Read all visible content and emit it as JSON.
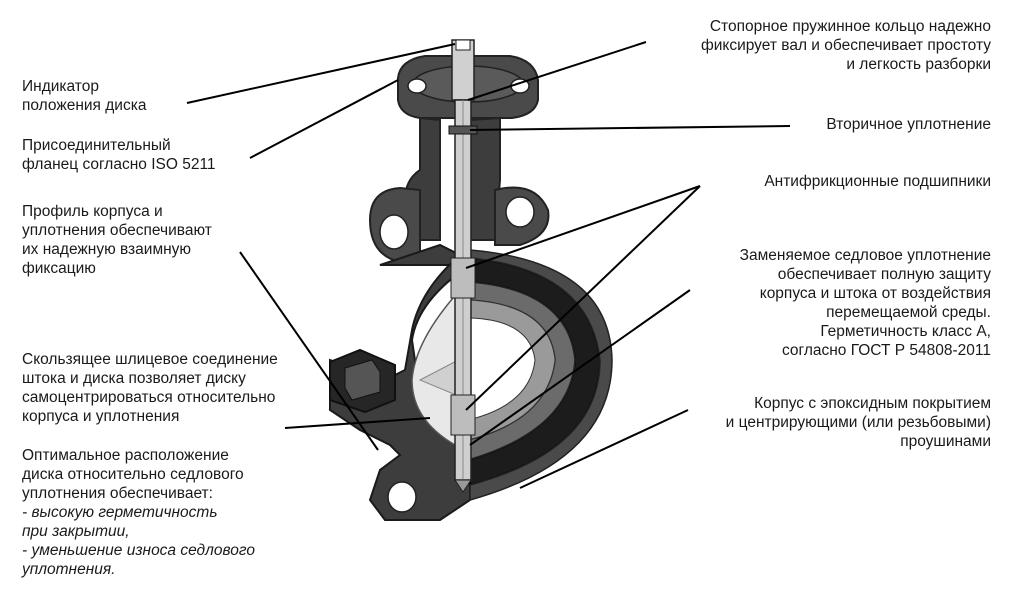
{
  "labels": {
    "indicator": [
      "Индикатор",
      "положения диска"
    ],
    "flange": [
      "Присоединительный",
      "фланец согласно ISO 5211"
    ],
    "profile": [
      "Профиль корпуса и",
      "уплотнения обеспечивают",
      "их надежную взаимную",
      "фиксацию"
    ],
    "spline": [
      "Скользящее шлицевое соединение",
      "штока и диска позволяет диску",
      "самоцентрироваться относительно",
      "корпуса и уплотнения"
    ],
    "optimal": [
      "Оптимальное расположение",
      "диска относительно седлового",
      "уплотнения обеспечивает:"
    ],
    "optimal_bullets": [
      "- высокую герметичность",
      "при закрытии,",
      "- уменьшение износа седлового",
      "уплотнения."
    ],
    "retaining_ring": [
      "Стопорное пружинное кольцо надежно",
      "фиксирует вал и обеспечивает простоту",
      "и легкость разборки"
    ],
    "secondary_seal": [
      "Вторичное уплотнение"
    ],
    "bearings": [
      "Антифрикционные подшипники"
    ],
    "seat": [
      "Заменяемое седловое уплотнение",
      "обеспечивает полную защиту",
      "корпуса и штока от воздействия",
      "перемещаемой среды.",
      "Герметичность класс А,",
      "согласно ГОСТ Р 54808-2011"
    ],
    "body": [
      "Корпус с эпоксидным покрытием",
      "и центрирующими (или резьбовыми)",
      "проушинами"
    ]
  },
  "colors": {
    "body_dark": "#3d3d3d",
    "body_mid": "#6b6b6b",
    "seat_black": "#1c1c1c",
    "disc_light": "#e8e8e8",
    "stem": "#cfcfcf",
    "leader": "#000000"
  }
}
